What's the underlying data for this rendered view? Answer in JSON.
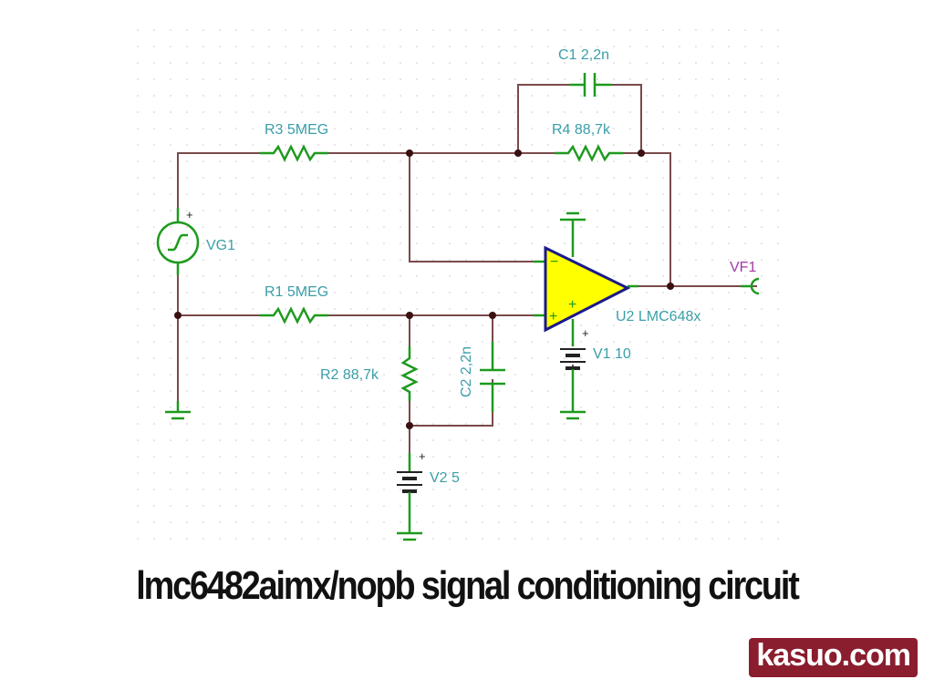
{
  "components": {
    "c1": "C1 2,2n",
    "r3": "R3 5MEG",
    "r4": "R4 88,7k",
    "vg1": "VG1",
    "r1": "R1 5MEG",
    "r2": "R2 88,7k",
    "c2": "C2 2,2n",
    "u2": "U2 LMC648x",
    "v1": "V1 10",
    "v2": "V2 5",
    "vf1": "VF1",
    "minus": "−",
    "plus": "+"
  },
  "title": "lmc6482aimx/nopb signal conditioning circuit",
  "logo": "kasuo.com",
  "colors": {
    "wire": "#7a4a4a",
    "component": "#1e9a1e",
    "label": "#3a9ea8",
    "opamp_fill": "#ffff00",
    "opamp_stroke": "#1a1a8a"
  }
}
